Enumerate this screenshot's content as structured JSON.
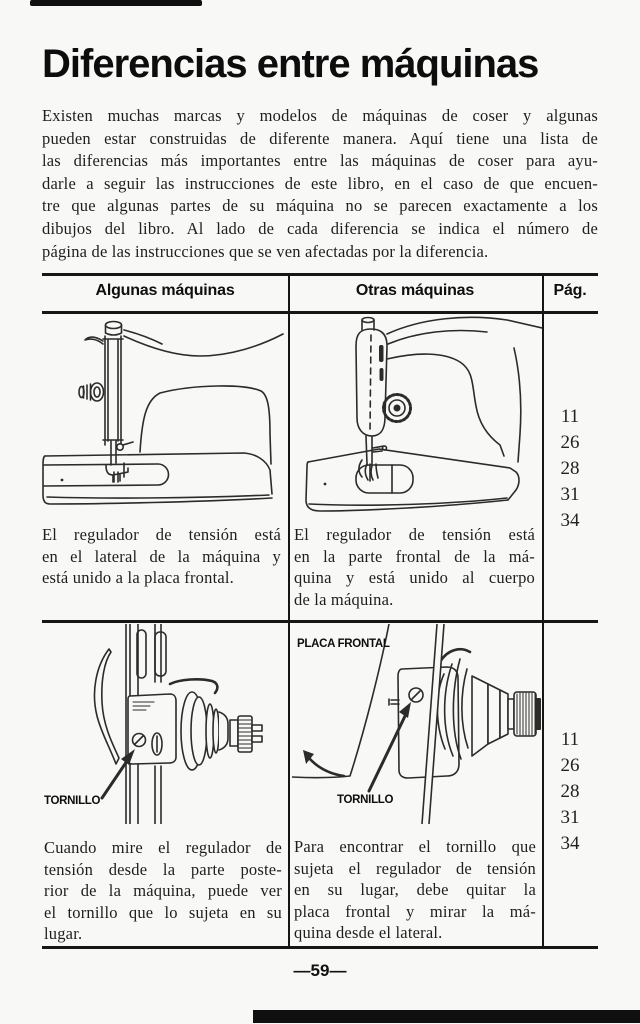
{
  "page": {
    "title": "Diferencias entre máquinas",
    "footer": "—59—"
  },
  "intro": {
    "lines": [
      "Existen muchas marcas y modelos de máquinas de coser y algunas",
      "pueden estar construidas de diferente manera. Aquí tiene una lista de",
      "las diferencias más importantes entre las máquinas de coser para ayu-",
      "darle a seguir las instrucciones de este libro, en el caso de que encuen-",
      "tre que algunas partes de su máquina no se parecen exactamente a los",
      "dibujos del libro. Al lado de cada diferencia se indica el número de",
      "página de las instrucciones que se ven afectadas por la diferencia."
    ]
  },
  "table": {
    "headers": {
      "col1": "Algunas máquinas",
      "col2": "Otras máquinas",
      "col3": "Pág."
    },
    "row1": {
      "left_caption": {
        "lines": [
          "El regulador de tensión está",
          "en el lateral de la máquina y",
          "está unido a la placa frontal."
        ]
      },
      "right_caption": {
        "lines": [
          "El regulador de tensión está",
          "en la parte frontal de la má-",
          "quina y está unido al cuerpo",
          "de la máquina."
        ]
      },
      "pages": [
        "11",
        "26",
        "28",
        "31",
        "34"
      ],
      "left_illustration": "sewing-machine-side-view-tension-on-face-plate",
      "right_illustration": "sewing-machine-front-view-tension-on-body"
    },
    "row2": {
      "left_caption": {
        "lines": [
          "Cuando mire el regulador de",
          "tensión desde la parte poste-",
          "rior de la máquina, puede ver",
          "el tornillo que lo sujeta en su",
          "lugar."
        ]
      },
      "right_caption": {
        "lines": [
          "Para encontrar el tornillo que",
          "sujeta el regulador de tensión",
          "en su lugar, debe quitar la",
          "placa frontal y mirar la má-",
          "quina desde el lateral."
        ]
      },
      "pages": [
        "11",
        "26",
        "28",
        "31",
        "34"
      ],
      "labels": {
        "tornillo_left": "TORNILLO",
        "placa_frontal": "PLACA FRONTAL",
        "tornillo_right": "TORNILLO"
      },
      "left_illustration": "tension-regulator-rear-view-with-screw",
      "right_illustration": "tension-regulator-with-front-plate-removed"
    }
  },
  "colors": {
    "ink": "#1c1c1c",
    "paper": "#f8f8f6"
  }
}
